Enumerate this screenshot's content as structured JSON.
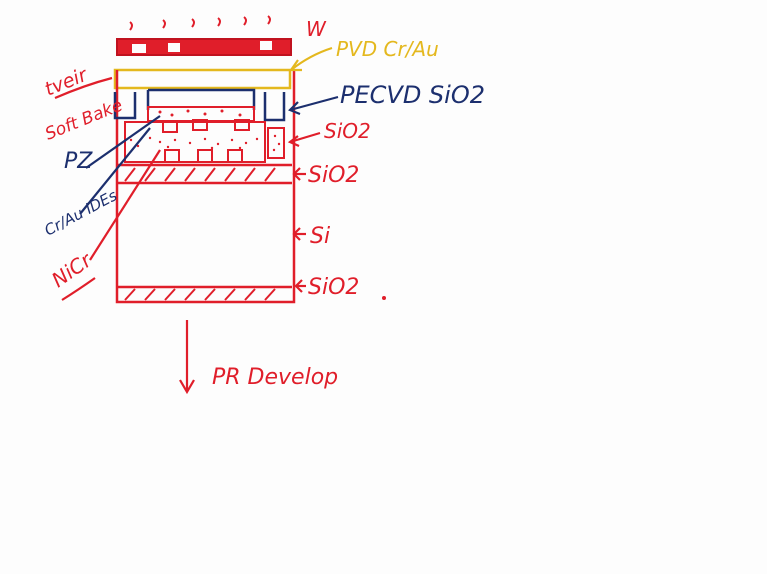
{
  "colors": {
    "red": "#e01e2a",
    "navy": "#1c2f6e",
    "yellow": "#e4b81e",
    "background": "#fdfdfd"
  },
  "labels": {
    "uv": "W",
    "pvd": "PVD  Cr/Au",
    "pecvd": "PECVD SiO2",
    "sio2_upper": "SiO2",
    "sio2_mid": "SiO2",
    "si": "Si",
    "sio2_bottom": "SiO2",
    "tveir": "tveir",
    "soft_bake": "Soft Bake",
    "pz": "PZ",
    "crau_ides": "Cr/Au IDEs",
    "nicr": "NiCr",
    "pr_develop": "PR Develop"
  }
}
